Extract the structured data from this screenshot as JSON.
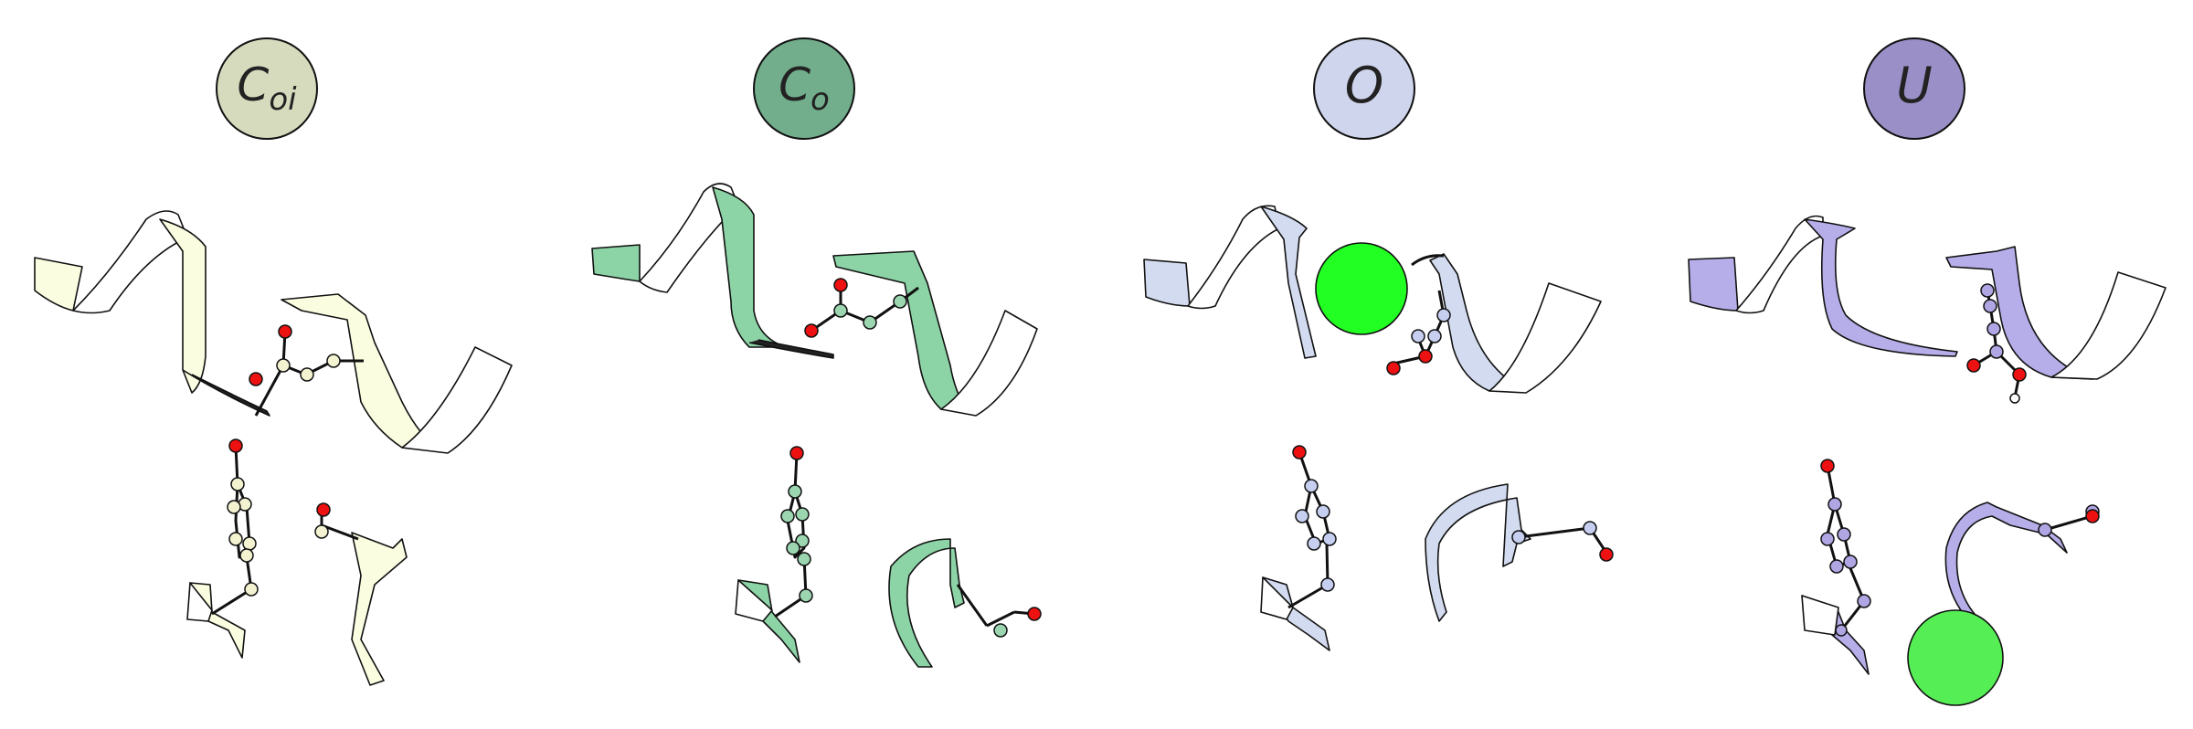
{
  "panels": [
    {
      "id": "coi",
      "label": {
        "main": "C",
        "sub": "oi"
      },
      "colors": {
        "label_fill": "#d6dbbd",
        "ribbon": "#fbfde0",
        "atom": "#f3f3d2"
      },
      "ion_top": false,
      "ion_bottom": false
    },
    {
      "id": "co",
      "label": {
        "main": "C",
        "sub": "o"
      },
      "colors": {
        "label_fill": "#72ad8c",
        "ribbon": "#8cd4a6",
        "atom": "#9bd6b1"
      },
      "ion_top": false,
      "ion_bottom": false
    },
    {
      "id": "o",
      "label": {
        "main": "O",
        "sub": ""
      },
      "colors": {
        "label_fill": "#cfd5ec",
        "ribbon": "#d3dbf0",
        "atom": "#c6cff0"
      },
      "ion_top": true,
      "ion_bottom": false
    },
    {
      "id": "u",
      "label": {
        "main": "U",
        "sub": ""
      },
      "colors": {
        "label_fill": "#9a8fc6",
        "ribbon": "#b6aee9",
        "atom": "#b0a6e4"
      },
      "ion_top": false,
      "ion_bottom": true
    }
  ],
  "colors": {
    "oxygen": "#ee1111",
    "ion_top": "#22ff22",
    "ion_bottom": "#55ee55",
    "outline": "#111111",
    "background": "#ffffff"
  }
}
